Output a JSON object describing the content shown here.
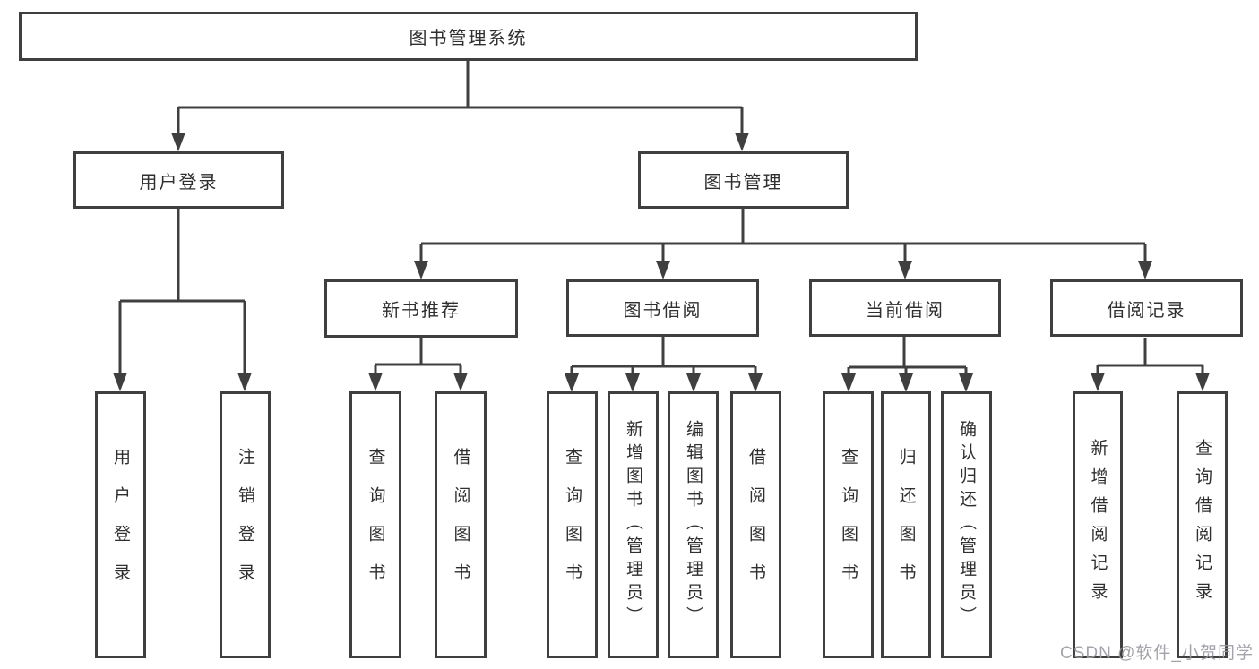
{
  "diagram": {
    "root": {
      "label": "图书管理系统"
    },
    "level2": [
      {
        "id": "user-login",
        "label": "用户登录"
      },
      {
        "id": "book-management",
        "label": "图书管理"
      }
    ],
    "level3": [
      {
        "id": "new-book-recommend",
        "label": "新书推荐"
      },
      {
        "id": "book-borrow",
        "label": "图书借阅"
      },
      {
        "id": "current-borrow",
        "label": "当前借阅"
      },
      {
        "id": "borrow-records",
        "label": "借阅记录"
      }
    ],
    "level4": [
      {
        "parent": "user-login",
        "label": "用户登录"
      },
      {
        "parent": "user-login",
        "label": "注销登录"
      },
      {
        "parent": "new-book-recommend",
        "label": "查询图书"
      },
      {
        "parent": "new-book-recommend",
        "label": "借阅图书"
      },
      {
        "parent": "book-borrow",
        "label": "查询图书"
      },
      {
        "parent": "book-borrow",
        "label": "新增图书（管理员）"
      },
      {
        "parent": "book-borrow",
        "label": "编辑图书（管理员）"
      },
      {
        "parent": "book-borrow",
        "label": "借阅图书"
      },
      {
        "parent": "current-borrow",
        "label": "查询图书"
      },
      {
        "parent": "current-borrow",
        "label": "归还图书"
      },
      {
        "parent": "current-borrow",
        "label": "确认归还（管理员）"
      },
      {
        "parent": "borrow-records",
        "label": "新增借阅记录"
      },
      {
        "parent": "borrows-records-2",
        "label": "查询借阅记录"
      }
    ]
  },
  "watermark": {
    "text": "CSDN @软件_小贺同学"
  },
  "colors": {
    "line": "#3f3f3f",
    "box_bg": "#ffffff",
    "text": "#2f2f2f",
    "watermark": "#9a9aa2"
  }
}
